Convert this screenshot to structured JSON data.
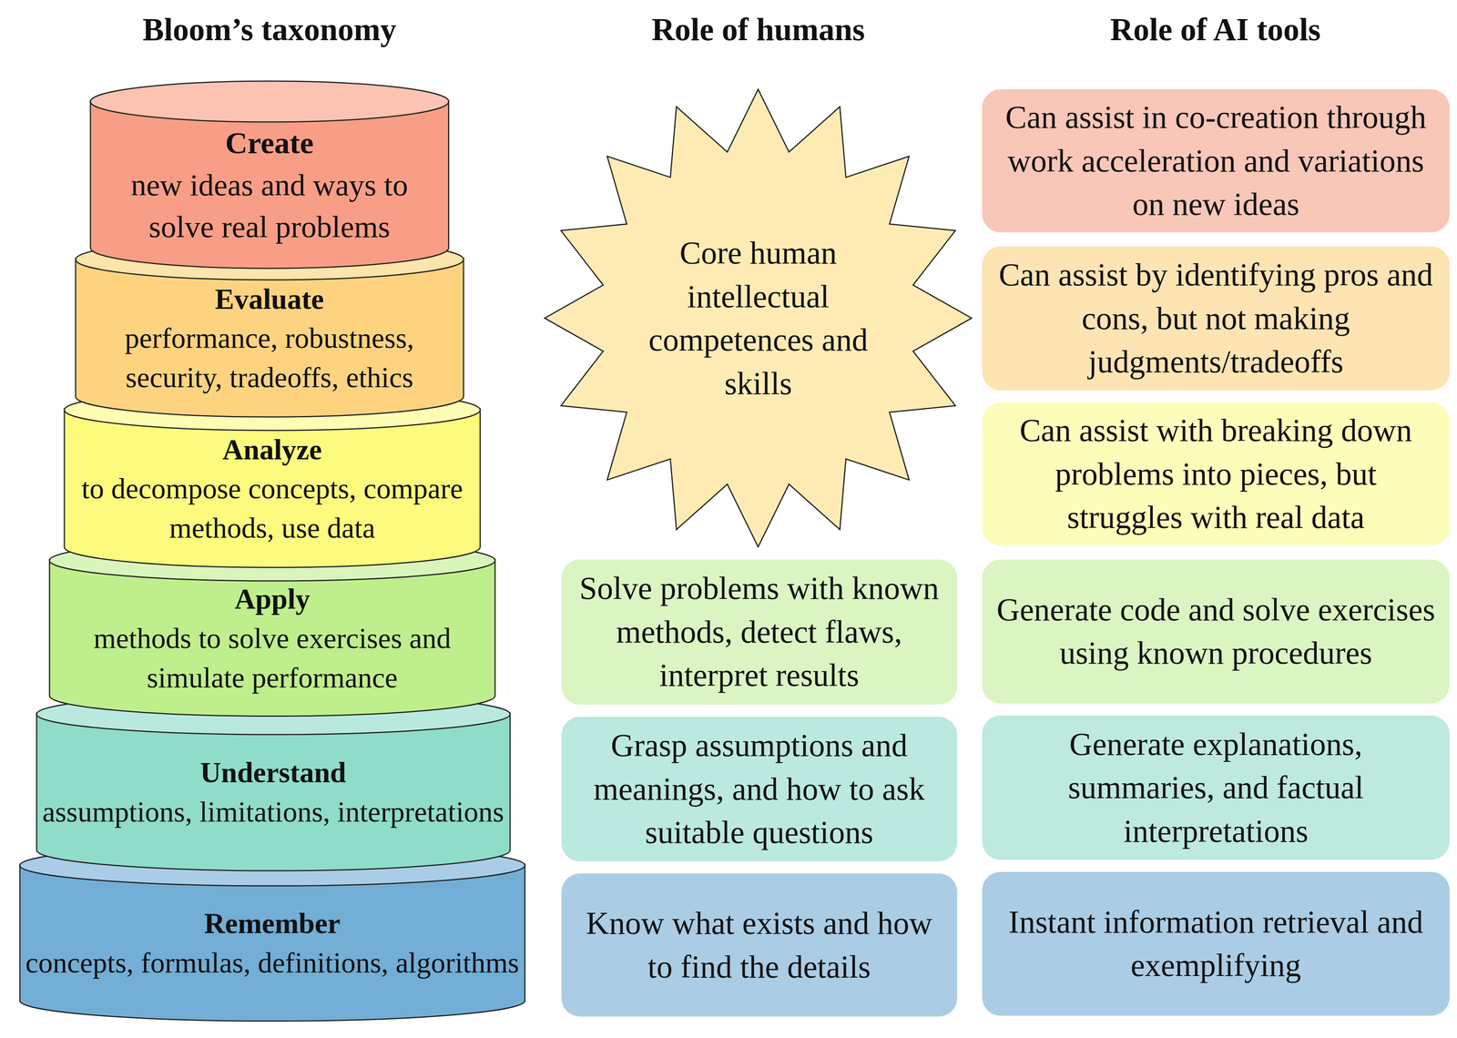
{
  "diagram": {
    "nodes": [
      {
        "text": [
          "Create",
          "new ideas and ways to solve real problems"
        ]
      },
      {
        "text": [
          "Evaluate",
          "performance, robustness, security, tradeoffs, ethics"
        ]
      },
      {
        "text": [
          "Analyze",
          "to decompose concepts, compare methods, use data"
        ]
      },
      {
        "text": [
          "Apply",
          "methods to solve exercises and simulate performance"
        ]
      },
      {
        "text": [
          "Understand",
          "assumptions, limitations, interpretations"
        ]
      },
      {
        "text": [
          "Remember",
          "concepts, formulas, definitions, algorithms"
        ]
      },
      {
        "text": [
          "Core human intellectual competences and skills"
        ]
      },
      {
        "text": [
          "Solve problems with known methods, detect flaws, interpret results"
        ]
      },
      {
        "text": [
          "Grasp assumptions and meanings, and how to ask suitable questions"
        ]
      },
      {
        "text": [
          "Know what exists and how to find the details"
        ]
      },
      {
        "text": [
          "Can assist in co-creation through work acceleration and variations on new ideas"
        ]
      },
      {
        "text": [
          "Can assist by identifying pros and cons, but not making judgments/tradeoffs"
        ]
      },
      {
        "text": [
          "Can assist with breaking down problems into pieces, but struggles with real data"
        ]
      },
      {
        "text": [
          "Generate code and solve exercises using known procedures"
        ]
      },
      {
        "text": [
          "Generate explanations, summaries, and factual interpretations"
        ]
      },
      {
        "text": [
          "Instant information retrieval and exemplifying"
        ]
      }
    ],
    "labels": [
      "Bloom’s taxonomy",
      "Role of humans",
      "Role of AI tools"
    ]
  }
}
